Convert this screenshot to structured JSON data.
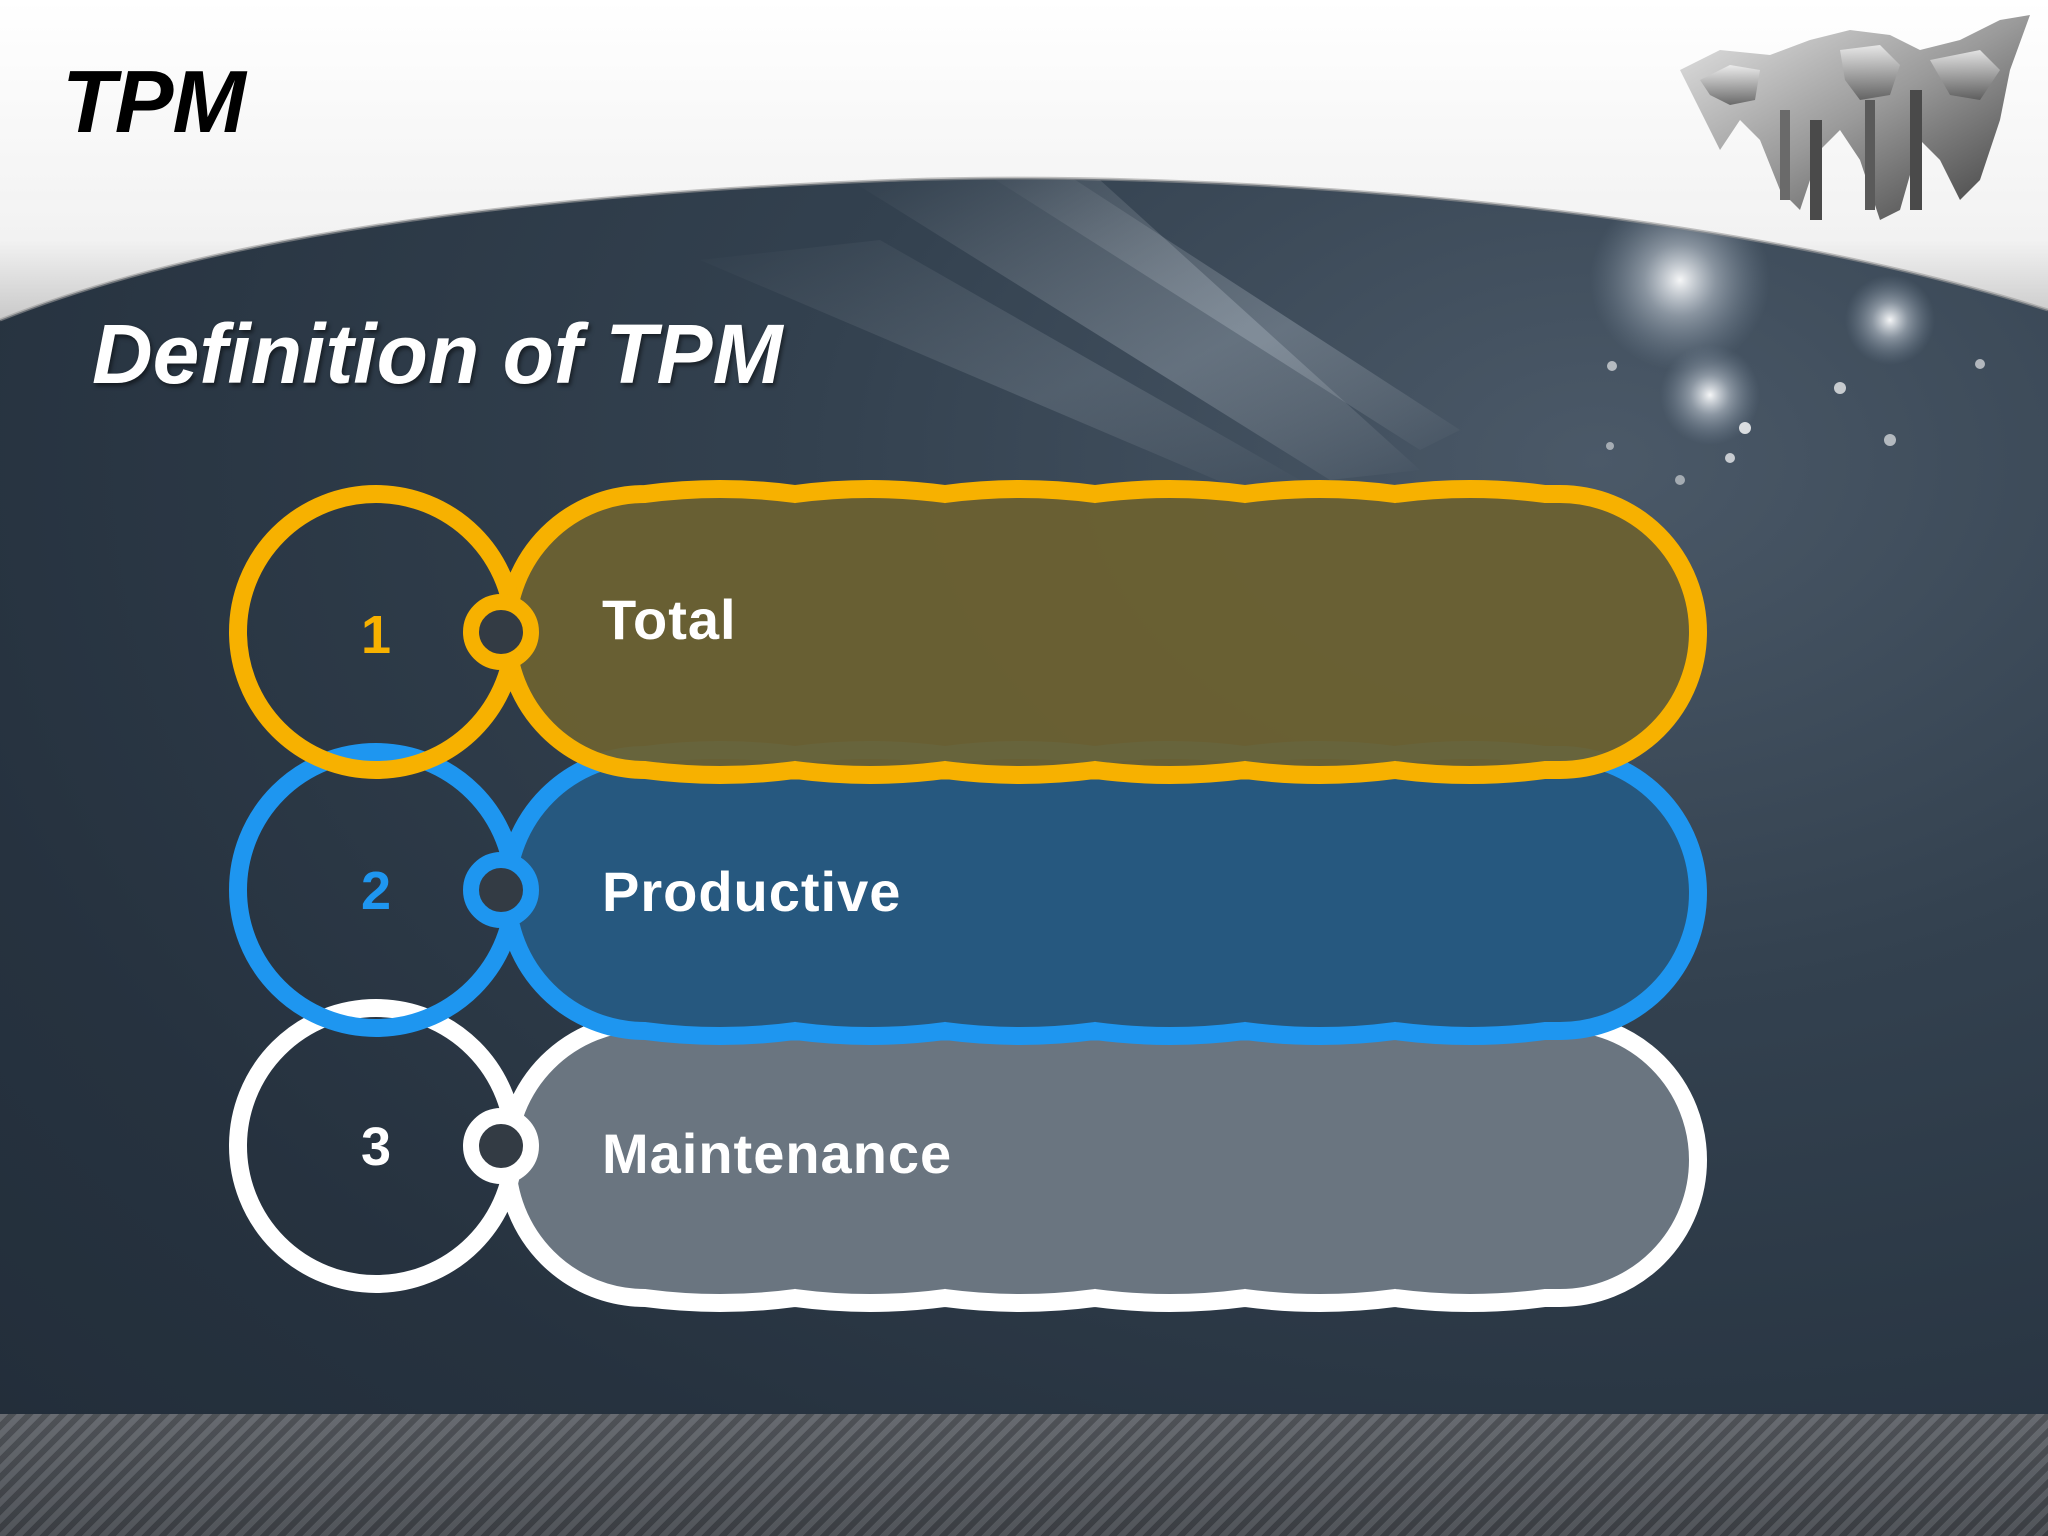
{
  "header": {
    "title": "TPM"
  },
  "slide": {
    "title": "Definition of TPM"
  },
  "items": [
    {
      "number": "1",
      "label": "Total",
      "color": "#f7b100",
      "fill": "#6b6132"
    },
    {
      "number": "2",
      "label": "Productive",
      "color": "#1e96f0",
      "fill": "#26587f"
    },
    {
      "number": "3",
      "label": "Maintenance",
      "color": "#ffffff",
      "fill": "#6a7580"
    }
  ],
  "icons": {
    "logo": "world-map-globe-icon",
    "connector": "ring-connector-icon"
  }
}
